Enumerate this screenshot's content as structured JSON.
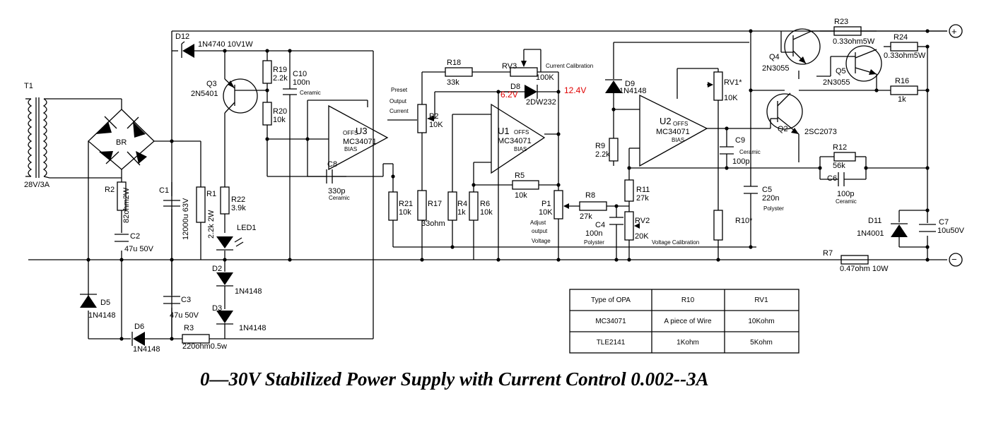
{
  "title": "0—30V Stabilized Power Supply with Current Control 0.002--3A",
  "terminals": {
    "plus": "+",
    "minus": "−"
  },
  "labels": {
    "T1": "T1",
    "T1v": "28V/3A",
    "BR": "BR",
    "D12": "D12",
    "D12v": "1N4740 10V1W",
    "Q3": "Q3",
    "Q3v": "2N5401",
    "R19": "R19",
    "R19v": "2.2k",
    "R20": "R20",
    "R20v": "10k",
    "C10": "C10",
    "C10v": "100n",
    "C10t": "Ceramic",
    "U3": "U3",
    "U3v": "MC34071",
    "C8": "C8",
    "C8v": "330p",
    "C8t": "Ceramic",
    "R2": "R2",
    "R2v": "82ohm2W",
    "C2": "C2",
    "C2v": "47u 50V",
    "C1": "C1",
    "C1v": "12000u 63V",
    "R1": "R1",
    "R1v": "2.2k 2W",
    "R22": "R22",
    "R22v": "3.9k",
    "LED1": "LED1",
    "D2": "D2",
    "D2v": "1N4148",
    "D3": "D3",
    "D3v": "1N4148",
    "D5": "D5",
    "D5v": "1N4148",
    "D6": "D6",
    "D6v": "1N4148",
    "C3": "C3",
    "C3v": "47u 50V",
    "R3": "R3",
    "R3v": "220ohm0.5w",
    "R21": "R21",
    "R21v": "10k",
    "preset1": "Preset",
    "preset2": "Output",
    "preset3": "Current",
    "P2": "P2",
    "P2v": "10K",
    "R17": "R17",
    "R17v": "33ohm",
    "R18": "R18",
    "R18v": "33k",
    "RV3": "RV3",
    "RV3v": "100K",
    "RV3t": "Current Calibration",
    "D8": "D8",
    "D8v": "2DW232",
    "D8a": "6.2V",
    "D8b": "12.4V",
    "U1": "U1",
    "U1v": "MC34071",
    "R4": "R4",
    "R4v": "1k",
    "R6": "R6",
    "R6v": "10k",
    "R5": "R5",
    "R5v": "10k",
    "P1": "P1",
    "P1v": "10K",
    "adj1": "Adjust",
    "adj2": "output",
    "adj3": "Voltage",
    "R8": "R8",
    "R8v": "27k",
    "C4": "C4",
    "C4v": "100n",
    "C4t": "Polyster",
    "D9": "D9",
    "D9v": "1N4148",
    "R9": "R9",
    "R9v": "2.2k",
    "R11": "R11",
    "R11v": "27k",
    "RV2": "RV2",
    "RV2v": "20K",
    "RV2t": "Voltage Calibration",
    "U2": "U2",
    "U2v": "MC34071",
    "RV1": "RV1*",
    "RV1v": "10K",
    "R10": "R10*",
    "C9": "C9",
    "C9t": "Ceramic",
    "C9v": "100p",
    "C5": "C5",
    "C5v": "220n",
    "C5t": "Polyster",
    "Q4": "Q4",
    "Q4v": "2N3055",
    "Q5": "Q5",
    "Q5v": "2N3055",
    "Q2": "Q2",
    "Q2v": "2SC2073",
    "R23": "R23",
    "R23v": "0.33ohm5W",
    "R24": "R24",
    "R24v": "0.33ohm5W",
    "R16": "R16",
    "R16v": "1k",
    "R12": "R12",
    "R12v": "56k",
    "C6": "C6",
    "C6v": "100p",
    "C6t": "Ceramic",
    "D11": "D11",
    "D11v": "1N4001",
    "C7": "C7",
    "C7v": "10u50V",
    "R7": "R7",
    "R7v": "0.47ohm 10W",
    "offs": "OFFS",
    "bias": "BIAS"
  },
  "table": {
    "headers": [
      "Type of OPA",
      "R10",
      "RV1"
    ],
    "rows": [
      [
        "MC34071",
        "A piece of Wire",
        "10Kohm"
      ],
      [
        "TLE2141",
        "1Kohm",
        "5Kohm"
      ]
    ]
  }
}
